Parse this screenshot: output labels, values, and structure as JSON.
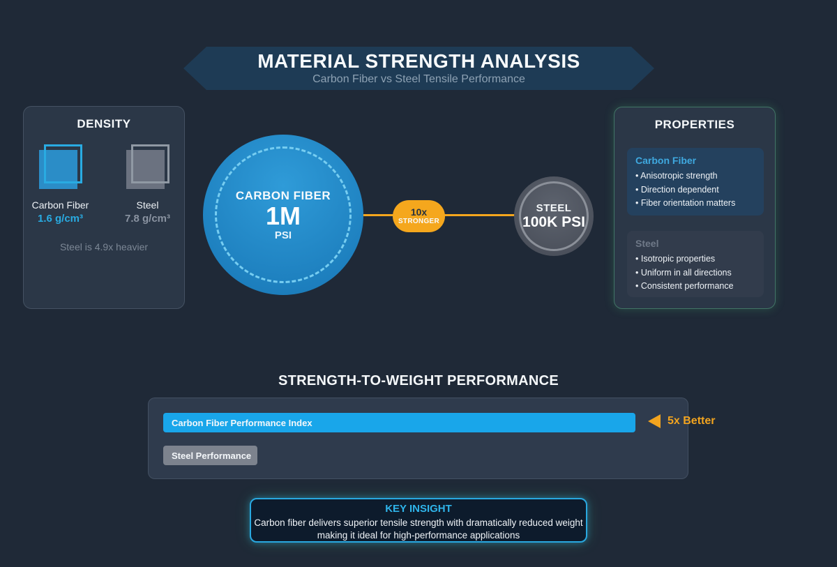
{
  "header": {
    "title": "MATERIAL STRENGTH ANALYSIS",
    "subtitle": "Carbon Fiber vs Steel Tensile Performance"
  },
  "density_card": {
    "title": "DENSITY",
    "carbon": {
      "label": "Carbon Fiber",
      "value": "1.6 g/cm³"
    },
    "steel": {
      "label": "Steel",
      "value": "7.8 g/cm³"
    },
    "note": "Steel is 4.9x heavier"
  },
  "comparison": {
    "carbon": {
      "name": "CARBON FIBER",
      "value": "1M",
      "unit": "PSI"
    },
    "badge": {
      "multiplier": "10x",
      "label": "STRONGER"
    },
    "steel": {
      "name": "STEEL",
      "value": "100K PSI"
    }
  },
  "properties_card": {
    "title": "PROPERTIES",
    "carbon": {
      "title": "Carbon Fiber",
      "bullets": [
        "• Anisotropic strength",
        "• Direction dependent",
        "• Fiber orientation matters"
      ]
    },
    "steel": {
      "title": "Steel",
      "bullets": [
        "• Isotropic properties",
        "• Uniform in all directions",
        "• Consistent performance"
      ]
    }
  },
  "performance": {
    "title": "STRENGTH-TO-WEIGHT PERFORMANCE",
    "bars": [
      {
        "label": "Carbon Fiber Performance Index",
        "value": 5,
        "color": "#19a6ea"
      },
      {
        "label": "Steel Performance",
        "value": 1,
        "color": "#7d838e"
      }
    ],
    "callout": "5x Better"
  },
  "insight": {
    "title": "KEY INSIGHT",
    "line1": "Carbon fiber delivers superior tensile strength with dramatically reduced weight",
    "line2": "making it ideal for high-performance applications"
  },
  "chart_data": {
    "type": "bar",
    "orientation": "horizontal",
    "title": "STRENGTH-TO-WEIGHT PERFORMANCE",
    "categories": [
      "Carbon Fiber Performance Index",
      "Steel Performance"
    ],
    "values": [
      5,
      1
    ],
    "annotation": "5x Better",
    "legend_position": "none",
    "grid": false
  },
  "colors": {
    "background": "#1f2937",
    "banner": "#1e3b55",
    "card": "#2b3747",
    "accent_blue": "#29abe2",
    "bar_blue": "#19a6ea",
    "accent_orange": "#f5a61d",
    "steel_gray": "#6b7280",
    "glow_green": "#50dc82"
  }
}
